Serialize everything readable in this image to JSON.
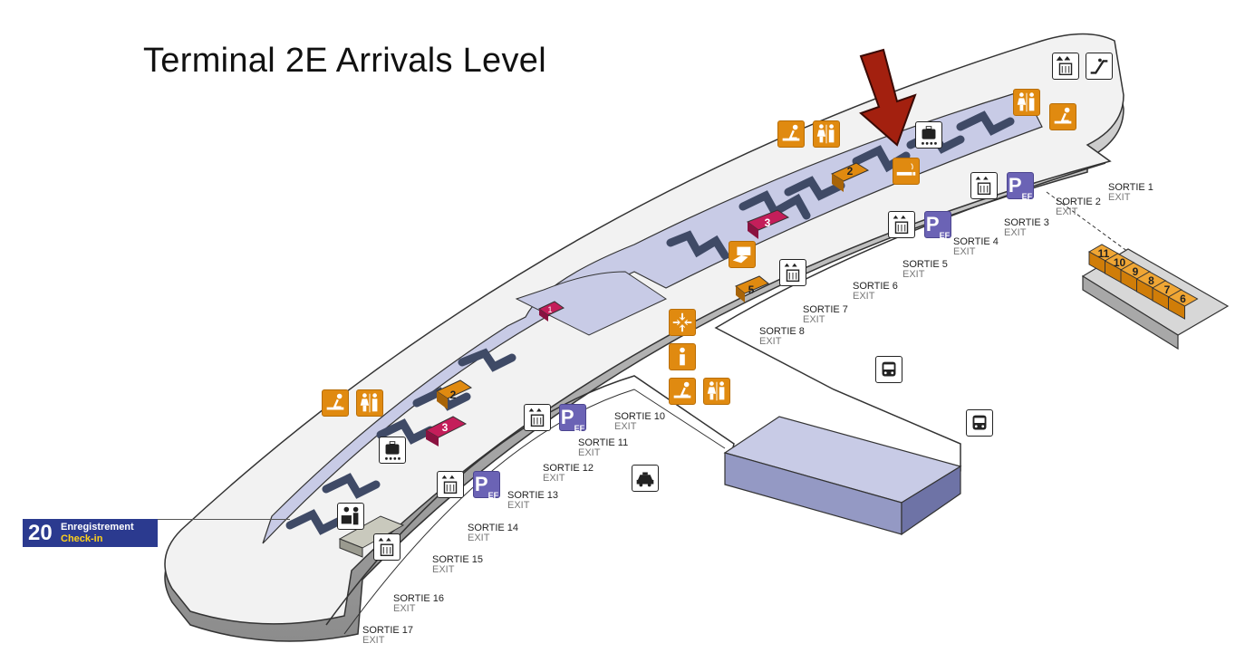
{
  "title": "Terminal 2E Arrivals Level",
  "checkin": {
    "number": "20",
    "label": "Enregistrement",
    "label_en": "Check-in"
  },
  "exits": [
    {
      "label": "SORTIE 1",
      "en": "EXIT"
    },
    {
      "label": "SORTIE 2",
      "en": "EXIT"
    },
    {
      "label": "SORTIE 3",
      "en": "EXIT"
    },
    {
      "label": "SORTIE 4",
      "en": "EXIT"
    },
    {
      "label": "SORTIE 5",
      "en": "EXIT"
    },
    {
      "label": "SORTIE 6",
      "en": "EXIT"
    },
    {
      "label": "SORTIE 7",
      "en": "EXIT"
    },
    {
      "label": "SORTIE 8",
      "en": "EXIT"
    },
    {
      "label": "SORTIE 10",
      "en": "EXIT"
    },
    {
      "label": "SORTIE 11",
      "en": "EXIT"
    },
    {
      "label": "SORTIE 12",
      "en": "EXIT"
    },
    {
      "label": "SORTIE 13",
      "en": "EXIT"
    },
    {
      "label": "SORTIE 14",
      "en": "EXIT"
    },
    {
      "label": "SORTIE 15",
      "en": "EXIT"
    },
    {
      "label": "SORTIE 16",
      "en": "EXIT"
    },
    {
      "label": "SORTIE 17",
      "en": "EXIT"
    }
  ],
  "markers": {
    "hall_1": "1",
    "hall_2_north": "2",
    "hall_3_north": "3",
    "hall_5": "5",
    "hall_2_south": "2",
    "hall_3_south": "3"
  },
  "gates": [
    "11",
    "10",
    "9",
    "8",
    "7",
    "6"
  ],
  "parking": {
    "letter": "P",
    "sub": "EF"
  },
  "colors": {
    "orange": "#e08a10",
    "magenta": "#c41e5a",
    "navy": "#2b3a8f",
    "parking": "#6b63b5",
    "floor": "#c8cbe6",
    "arrow": "#a3200f"
  }
}
